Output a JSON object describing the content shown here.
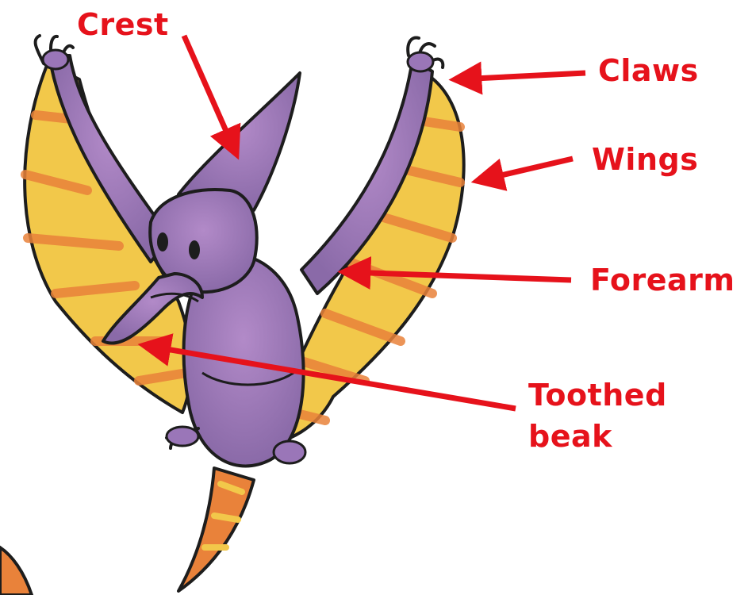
{
  "colors": {
    "label": "#e6121b",
    "arrow": "#e6121b",
    "body_purple": "#9a76b8",
    "body_purple_dark": "#7c5f9e",
    "wing_yellow": "#f2c84a",
    "wing_orange": "#e9823a",
    "outline": "#1d1d1d"
  },
  "labels": {
    "crest": "Crest",
    "claws": "Claws",
    "wings": "Wings",
    "forearm": "Forearm",
    "toothed_beak_line1": "Toothed",
    "toothed_beak_line2": "beak"
  }
}
